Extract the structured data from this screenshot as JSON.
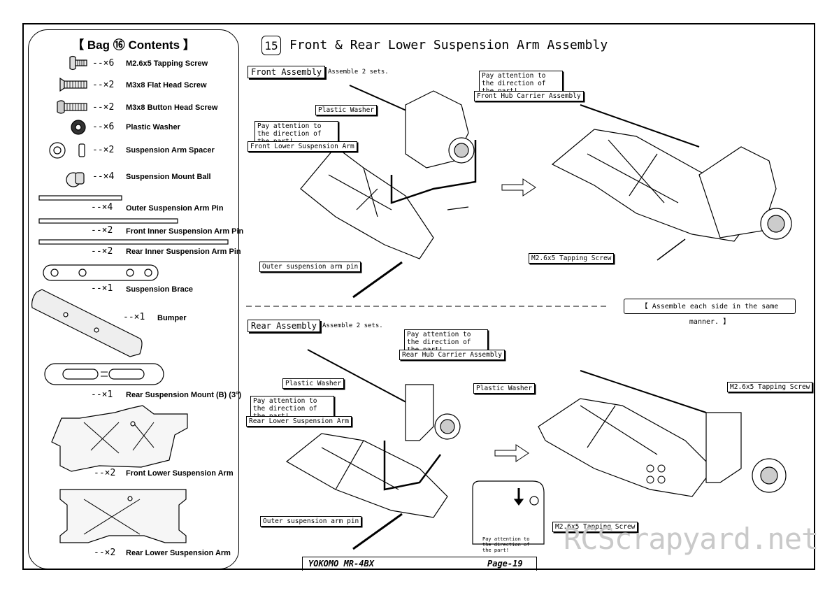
{
  "bag": {
    "title": "【 Bag ⑯ Contents 】",
    "parts": [
      {
        "qty": "--×6",
        "name": "M2.6x5 Tapping Screw"
      },
      {
        "qty": "--×2",
        "name": "M3x8 Flat Head Screw"
      },
      {
        "qty": "--×2",
        "name": "M3x8 Button Head Screw"
      },
      {
        "qty": "--×6",
        "name": "Plastic Washer"
      },
      {
        "qty": "--×2",
        "name": "Suspension Arm Spacer"
      },
      {
        "qty": "--×4",
        "name": "Suspension Mount Ball"
      },
      {
        "qty": "--×4",
        "name": "Outer Suspension Arm Pin"
      },
      {
        "qty": "--×2",
        "name": "Front Inner Suspension Arm Pin"
      },
      {
        "qty": "--×2",
        "name": "Rear Inner Suspension Arm Pin"
      },
      {
        "qty": "--×1",
        "name": "Suspension Brace"
      },
      {
        "qty": "--×1",
        "name": "Bumper"
      },
      {
        "qty": "--×1",
        "name": "Rear Suspension Mount (B) (3°)"
      },
      {
        "qty": "--×2",
        "name": "Front Lower Suspension Arm"
      },
      {
        "qty": "--×2",
        "name": "Rear Lower Suspension Arm"
      }
    ]
  },
  "step": {
    "number": "15",
    "title": "Front & Rear Lower Suspension Arm Assembly"
  },
  "front": {
    "label": "Front Assembly",
    "sets": "Assemble 2 sets.",
    "callouts": {
      "attention1": "Pay attention to the direction of the part!",
      "hub": "Front Hub Carrier Assembly",
      "washer": "Plastic Washer",
      "attention2": "Pay attention to the direction of the part!",
      "arm": "Front Lower Suspension Arm",
      "pin": "Outer suspension arm pin",
      "screw": "M2.6x5 Tapping Screw"
    }
  },
  "note": "【 Assemble each side in the same manner. 】",
  "rear": {
    "label": "Rear Assembly",
    "sets": "Assemble 2 sets.",
    "callouts": {
      "attention1": "Pay attention to the direction of the part!",
      "hub": "Rear Hub Carrier Assembly",
      "washer1": "Plastic Washer",
      "washer2": "Plastic Washer",
      "attention2": "Pay attention to the direction of the part!",
      "arm": "Rear Lower Suspension Arm",
      "pin": "Outer suspension arm pin",
      "screw1": "M2.6x5 Tapping Screw",
      "screw2": "M2.6x5 Tapping Screw",
      "detail": "Pay attention to the direction of the part!"
    }
  },
  "footer": {
    "model": "YOKOMO MR-4BX",
    "page": "Page-19"
  },
  "watermark": "RCScrapyard.net"
}
